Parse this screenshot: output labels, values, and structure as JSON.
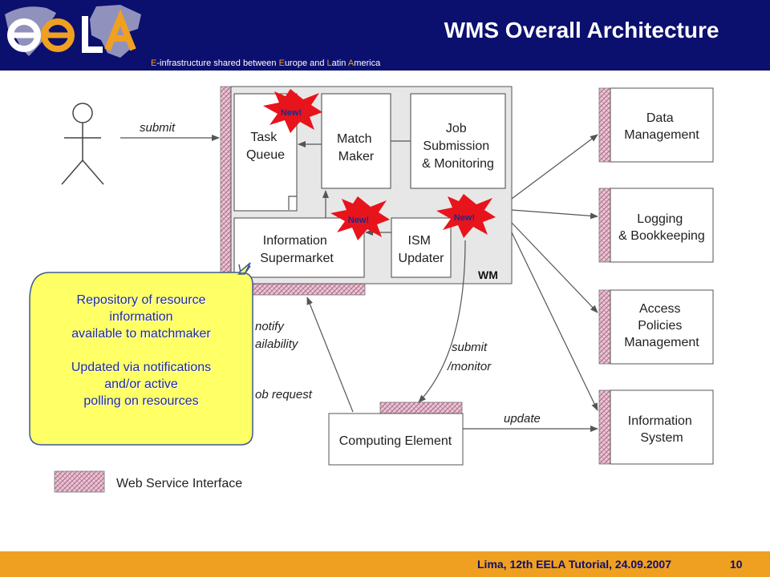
{
  "header": {
    "title": "WMS Overall Architecture",
    "tagline": {
      "parts": [
        {
          "text": "E",
          "highlight": true
        },
        {
          "text": "-infrastructure shared between ",
          "highlight": false
        },
        {
          "text": "E",
          "highlight": true
        },
        {
          "text": "urope and ",
          "highlight": false
        },
        {
          "text": "L",
          "highlight": true
        },
        {
          "text": "atin ",
          "highlight": false
        },
        {
          "text": "A",
          "highlight": true
        },
        {
          "text": "merica",
          "highlight": false
        }
      ]
    },
    "logo_icon": "eela-logo-icon"
  },
  "diagram": {
    "wm_label": "WM",
    "task_queue": "Task Queue",
    "match_maker": "Match Maker",
    "job_submission": [
      "Job",
      "Submission",
      "& Monitoring"
    ],
    "info_supermarket": [
      "Information",
      "Supermarket"
    ],
    "ism_updater": [
      "ISM",
      "Updater"
    ],
    "new_label": "New!",
    "data_management": [
      "Data",
      "Management"
    ],
    "logging": [
      "Logging",
      "& Bookkeeping"
    ],
    "access_policies": [
      "Access",
      "Policies",
      "Management"
    ],
    "information_system": [
      "Information",
      "System"
    ],
    "computing_element": "Computing Element",
    "arrows": {
      "submit": "submit",
      "notify": [
        "notify",
        "ailability"
      ],
      "job_request": "ob request",
      "submit_monitor": [
        "submit",
        "/monitor"
      ],
      "update": "update"
    },
    "legend": "Web Service Interface"
  },
  "callout": {
    "lines": [
      "Repository of resource",
      "information",
      "available to matchmaker",
      "",
      "Updated via notifications",
      "and/or active",
      "polling on resources"
    ]
  },
  "footer": {
    "text": "Lima, 12th EELA Tutorial, 24.09.2007",
    "page": "10"
  },
  "colors": {
    "header_bg": "#0b0f6e",
    "footer_bg": "#f0a020",
    "callout_fill": "#ffff66",
    "star_fill": "#e8141c",
    "interface_hatch": "#c98fa8"
  }
}
